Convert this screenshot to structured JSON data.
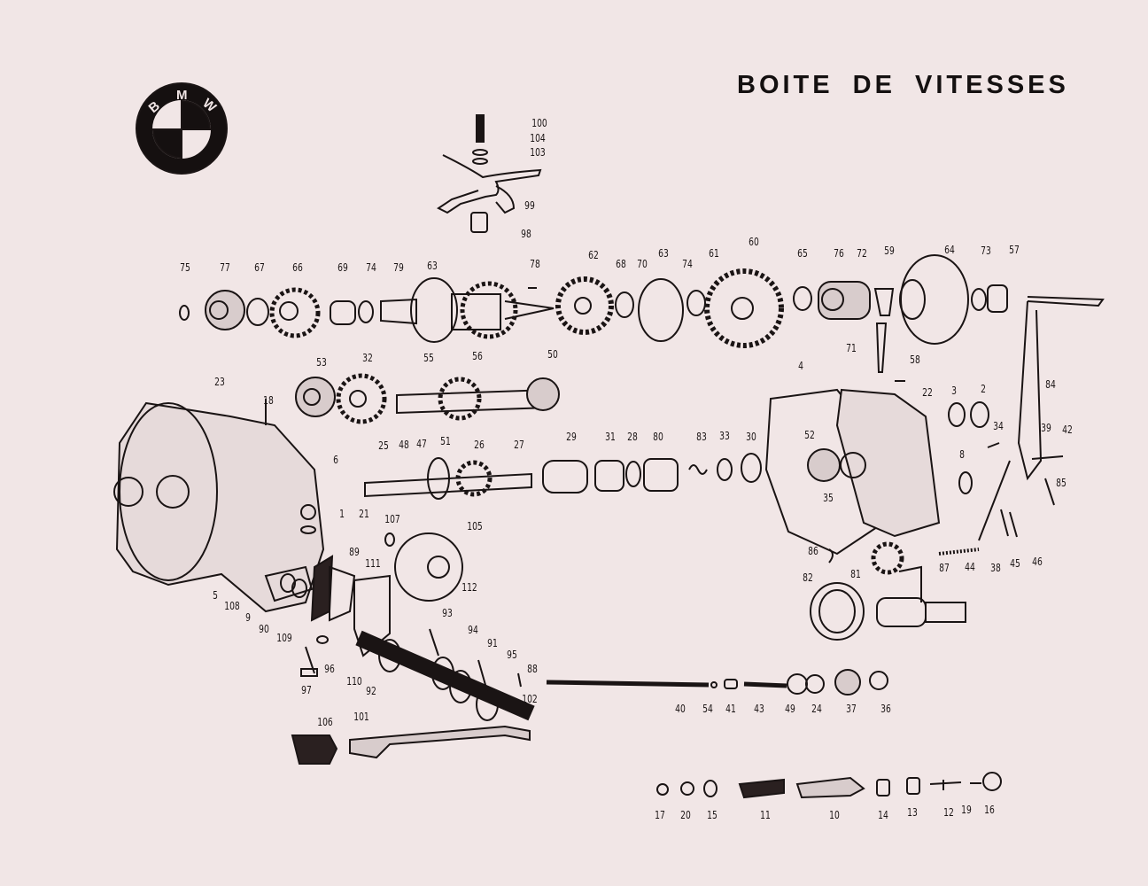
{
  "title": "BOITE DE VITESSES",
  "logo": {
    "text": "BMW",
    "colors": {
      "ring": "#151010",
      "blue": "#151010",
      "white": "#f1e6e6"
    }
  },
  "colors": {
    "background": "#f1e6e6",
    "ink": "#1a1414"
  },
  "labels": {
    "top_assembly": [
      "100",
      "104",
      "103",
      "99",
      "98"
    ],
    "row1": [
      "75",
      "77",
      "67",
      "66",
      "69",
      "74",
      "79",
      "63",
      "78",
      "62",
      "68",
      "70",
      "63",
      "74",
      "61",
      "60",
      "65",
      "76",
      "72",
      "59",
      "64",
      "73",
      "57"
    ],
    "row2": [
      "53",
      "32",
      "55",
      "56",
      "50",
      "71",
      "58",
      "84",
      "22",
      "3",
      "2",
      "23",
      "18",
      "4"
    ],
    "row3": [
      "25",
      "48",
      "47",
      "51",
      "26",
      "27",
      "29",
      "31",
      "28",
      "80",
      "83",
      "33",
      "30",
      "52",
      "34",
      "39",
      "42",
      "8",
      "35",
      "85",
      "6",
      "1",
      "21"
    ],
    "row4": [
      "107",
      "105",
      "89",
      "111",
      "112",
      "5",
      "108",
      "9",
      "90",
      "109",
      "86",
      "87",
      "44",
      "38",
      "45",
      "46",
      "81",
      "82"
    ],
    "row5": [
      "93",
      "94",
      "91",
      "95",
      "88",
      "102",
      "96",
      "97",
      "110",
      "92"
    ],
    "row6": [
      "40",
      "54",
      "41",
      "43",
      "49",
      "24",
      "37",
      "36",
      "106",
      "101"
    ],
    "bottom": [
      "17",
      "20",
      "15",
      "11",
      "10",
      "14",
      "13",
      "12",
      "19",
      "16"
    ]
  }
}
